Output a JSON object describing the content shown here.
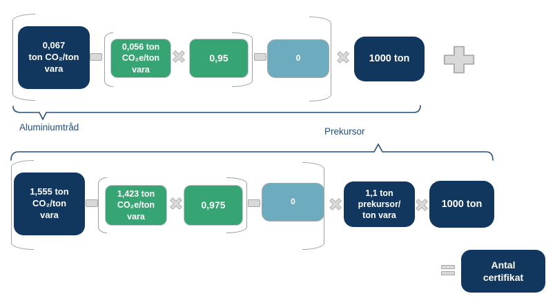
{
  "colors": {
    "navy": "#11375f",
    "green": "#37a473",
    "blue": "#6dabbf",
    "op-fill": "#d9d9d9",
    "op-stroke": "#a6a6a6",
    "bracket": "#9aa0a6",
    "brace": "#1f4e79",
    "label-text": "#1f4e79"
  },
  "labels": {
    "aluminium": "Aluminiumtråd",
    "precursor": "Prekursor"
  },
  "aluminium_row": {
    "emission": "0,067\nton CO₂/ton\nvara",
    "benchmark": "0,056 ton\nCO₂e/ton\nvara",
    "factor": "0,95",
    "deduction": "0",
    "amount": "1000 ton"
  },
  "precursor_row": {
    "emission": "1,555 ton\nCO₂/ton\nvara",
    "benchmark": "1,423 ton\nCO₂e/ton\nvara",
    "factor": "0,975",
    "deduction": "0",
    "ratio": "1,1 ton\nprekursor/\nton vara",
    "amount": "1000 ton"
  },
  "result": {
    "certificates": "Antal\ncertifikat"
  },
  "icons": {
    "minus": "minus-icon",
    "multiply": "multiply-icon",
    "plus": "plus-icon",
    "equals": "equals-icon"
  }
}
